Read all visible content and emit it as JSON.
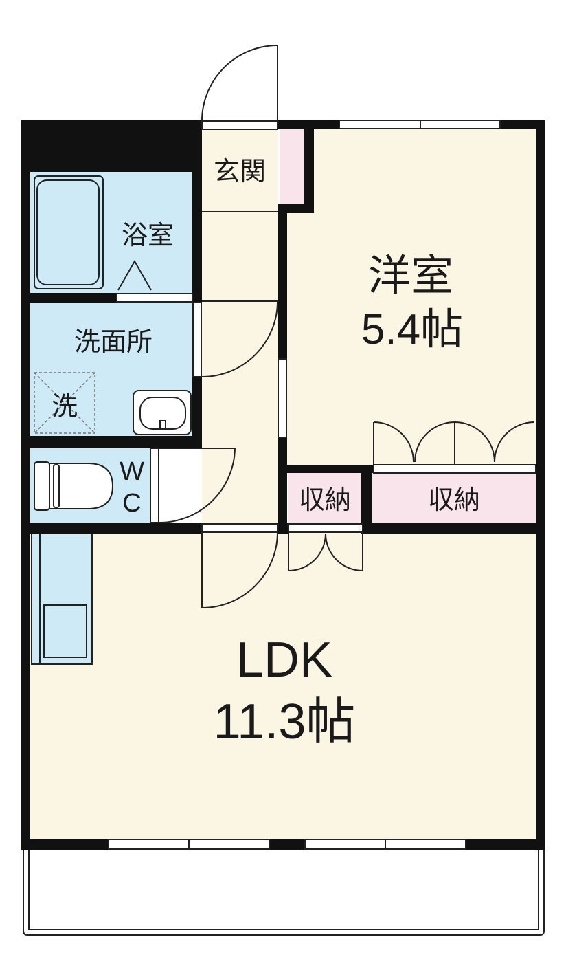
{
  "colors": {
    "wall": "#111111",
    "living_floor": "#fbf5e3",
    "wet_area": "#cdeaf6",
    "storage": "#f9e4ec",
    "background": "#ffffff"
  },
  "rooms": {
    "entrance": {
      "label": "玄関"
    },
    "bathroom": {
      "label": "浴室"
    },
    "washroom": {
      "label": "洗面所"
    },
    "washer": {
      "label": "洗"
    },
    "toilet": {
      "line1": "W",
      "line2": "C"
    },
    "western_room": {
      "name": "洋室",
      "size": "5.4帖"
    },
    "storage_left": {
      "label": "収納"
    },
    "storage_right": {
      "label": "収納"
    },
    "ldk": {
      "name": "LDK",
      "size": "11.3帖"
    }
  }
}
